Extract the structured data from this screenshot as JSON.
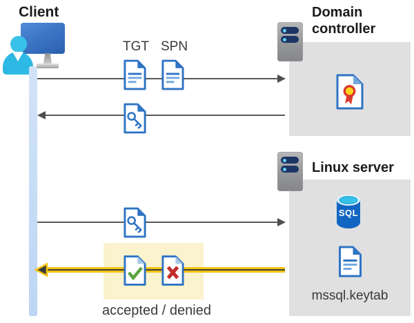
{
  "client": {
    "label": "Client"
  },
  "domain_controller": {
    "label": "Domain controller"
  },
  "linux_server": {
    "label": "Linux server"
  },
  "flow": {
    "tgt": "TGT",
    "spn": "SPN",
    "result": "accepted / denied",
    "keytab_file": "mssql.keytab",
    "sql_label": "SQL"
  },
  "icons": {
    "client": "client-workstation-icon",
    "servers": "server-icon",
    "tickets": "document-icon",
    "session_key": "key-document-icon",
    "certificate": "certificate-icon",
    "database": "sql-database-icon",
    "accepted": "accepted-check-document-icon",
    "denied": "denied-x-document-icon"
  },
  "colors": {
    "accent_blue": "#2e73c4",
    "light_blue_fold": "#a9c8ea",
    "lifeline_blue": "#c7dcf6",
    "entity_box_gray": "#e0e0e1",
    "arrow_gray": "#585858",
    "arrow_gold": "#f3c312",
    "highlight_yellow": "#faf3cd",
    "check_green": "#58a53c",
    "deny_red": "#c42b2b",
    "seal_yellow": "#ffd41c",
    "seal_red": "#da3b30",
    "sql_body_blue": "#1266c2",
    "sql_top_cyan": "#38c1e8",
    "server_pill_navy": "#1c3565"
  }
}
